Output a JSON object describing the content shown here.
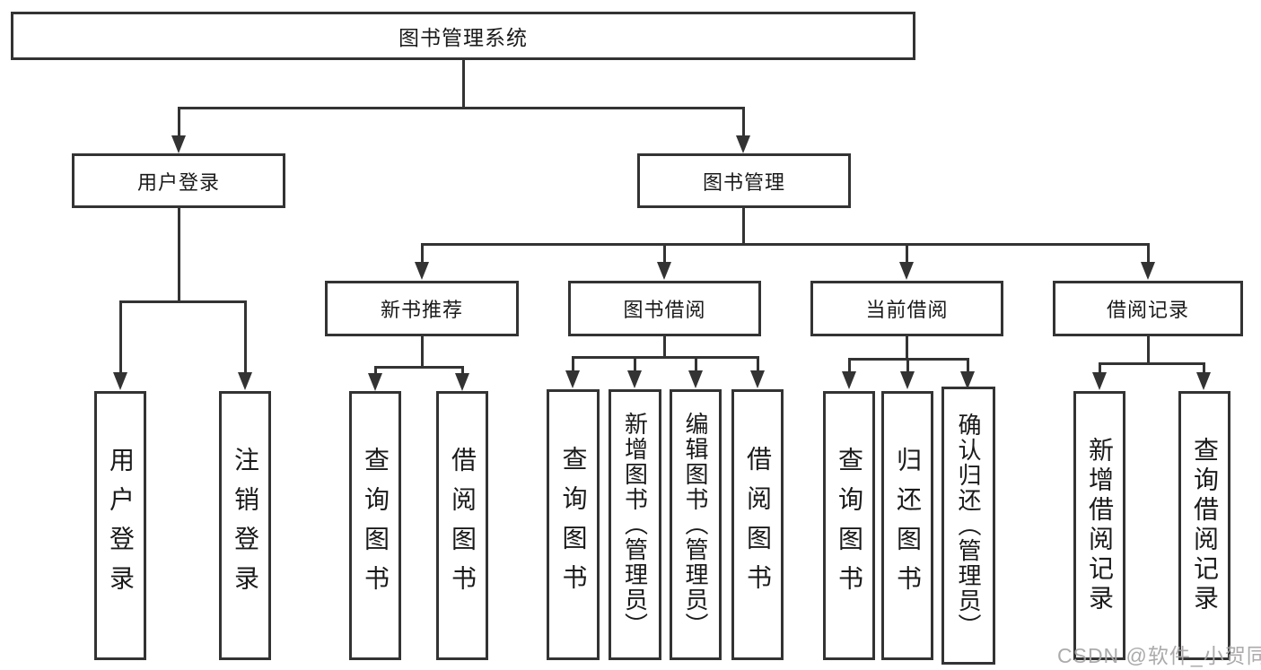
{
  "title": "图书管理系统",
  "nodes": {
    "user_login_branch": "用户登录",
    "book_mgmt_branch": "图书管理",
    "new_book_rec": "新书推荐",
    "book_borrow": "图书借阅",
    "current_borrow": "当前借阅",
    "borrow_records": "借阅记录",
    "leaves": {
      "user_login": "用户登录",
      "logout": "注销登录",
      "rec_query_books": "查询图书",
      "rec_borrow_books": "借阅图书",
      "bb_query_books": "查询图书",
      "bb_add_books": "新增图书（管理员）",
      "bb_edit_books": "编辑图书（管理员）",
      "bb_borrow_books": "借阅图书",
      "cb_query_books": "查询图书",
      "cb_return_books": "归还图书",
      "cb_confirm_return": "确认归还（管理员）",
      "br_add_record": "新增借阅记录",
      "br_query_record": "查询借阅记录"
    }
  },
  "watermark": "CSDN @软件_小贺同学",
  "colors": {
    "line": "#333333",
    "text": "#1a1a1a",
    "background": "#ffffff",
    "watermark": "#a8a5a5"
  }
}
